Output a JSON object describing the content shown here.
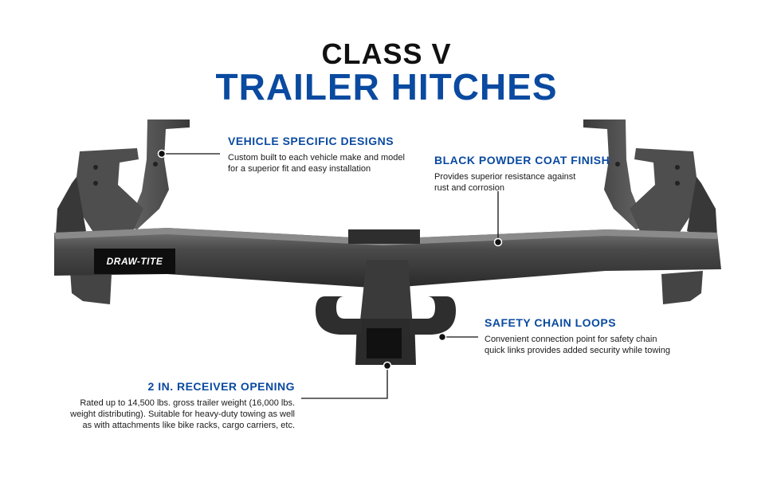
{
  "header": {
    "title_line1": "CLASS V",
    "title_line2": "TRAILER HITCHES"
  },
  "logo": {
    "text": "DRAW-TITE"
  },
  "callouts": {
    "vehicle_specific": {
      "heading": "VEHICLE SPECIFIC DESIGNS",
      "body_line1": "Custom built to each vehicle make and model",
      "body_line2": "for a superior fit and easy installation"
    },
    "powder_coat": {
      "heading": "BLACK POWDER COAT FINISH",
      "body_line1": "Provides superior resistance against",
      "body_line2": "rust and corrosion"
    },
    "safety_chain": {
      "heading": "SAFETY CHAIN LOOPS",
      "body_line1": "Convenient connection point for safety chain",
      "body_line2": "quick links provides added security while towing"
    },
    "receiver": {
      "heading": "2 IN. RECEIVER OPENING",
      "body_line1": "Rated up to 14,500 lbs. gross trailer weight (16,000 lbs.",
      "body_line2": "weight distributing). Suitable for heavy-duty towing as well",
      "body_line3": "as with attachments like bike racks, cargo carriers, etc."
    }
  },
  "colors": {
    "accent_blue": "#0a4aa0",
    "hitch_dark": "#3c3c3c",
    "hitch_mid": "#5a5a5a"
  }
}
